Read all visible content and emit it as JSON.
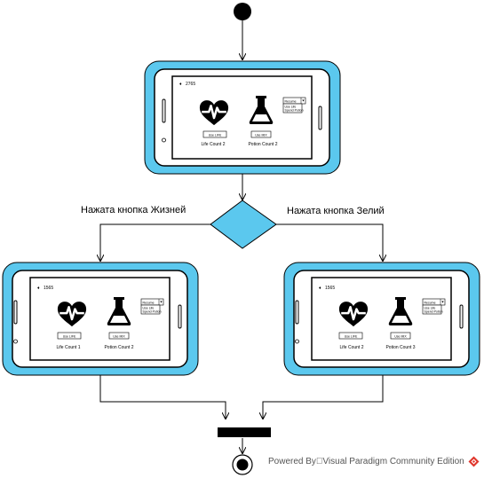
{
  "labels": {
    "left_branch": "Нажата кнопка Жизней",
    "right_branch": "Нажата кнопка Зелий"
  },
  "phones": [
    {
      "score": "2765",
      "btn1": "Use LIFE",
      "btn2": "Use MIX",
      "life_count": "Life Count 2",
      "potion_count": "Potion Count 2",
      "menu": [
        "Resume",
        "Use Life",
        "Spend Potion"
      ]
    },
    {
      "score": "1565",
      "btn1": "Use LIFE",
      "btn2": "Use MIX",
      "life_count": "Life Count 1",
      "potion_count": "Potion Count 2",
      "menu": [
        "Resume",
        "Use Life",
        "Spend Potion"
      ]
    },
    {
      "score": "1565",
      "btn1": "Use LIFE",
      "btn2": "Use MIX",
      "life_count": "Life Count 2",
      "potion_count": "Potion Count 3",
      "menu": [
        "Resume",
        "Use Life",
        "Spend Potion"
      ]
    }
  ],
  "watermark": "Powered By⃞Visual Paradigm Community Edition",
  "colors": {
    "accent": "#5bc8ee",
    "frame": "#1a1a1a",
    "decision": "#5bc8ee",
    "edge": "#000000"
  }
}
